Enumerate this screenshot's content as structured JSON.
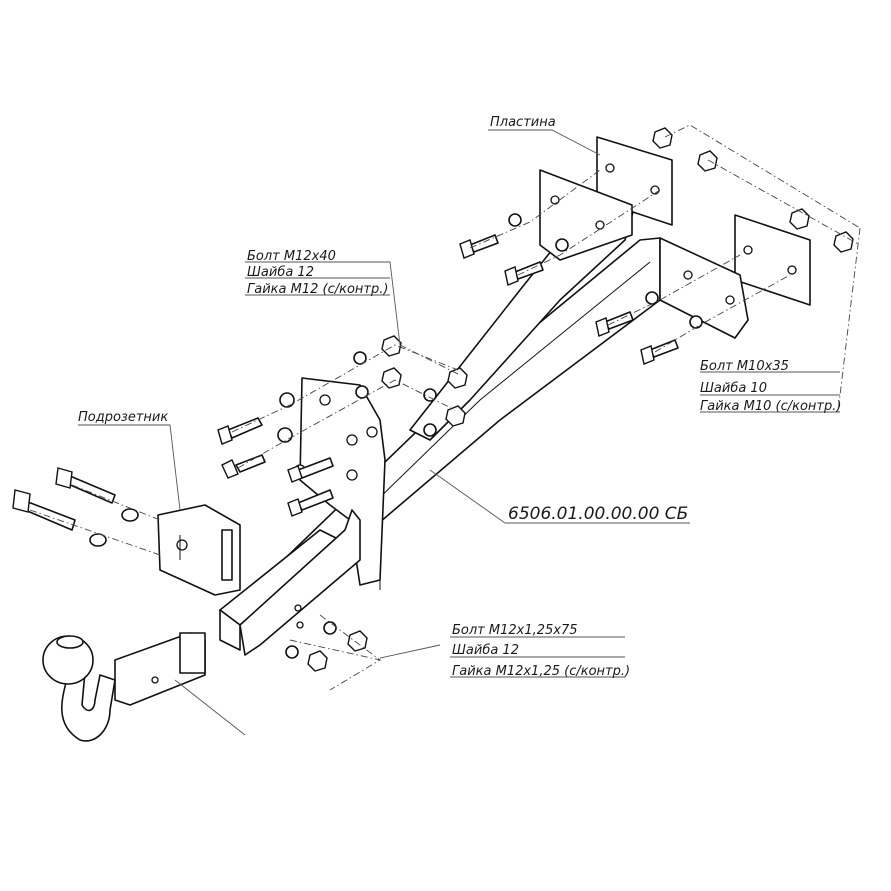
{
  "labels": {
    "plastina": "Пластина",
    "podrozetnik": "Подрозетник",
    "assembly": "6506.01.00.00.00 СБ",
    "group_m12x40": [
      "Болт М12х40",
      "Шайба 12",
      "Гайка М12 (с/контр.)"
    ],
    "group_m10x35": [
      "Болт М10х35",
      "Шайба 10",
      "Гайка М10 (с/контр.)"
    ],
    "group_m12x125": [
      "Болт М12х1,25х75",
      "Шайба 12",
      "Гайка М12х1,25 (с/контр.)"
    ]
  }
}
